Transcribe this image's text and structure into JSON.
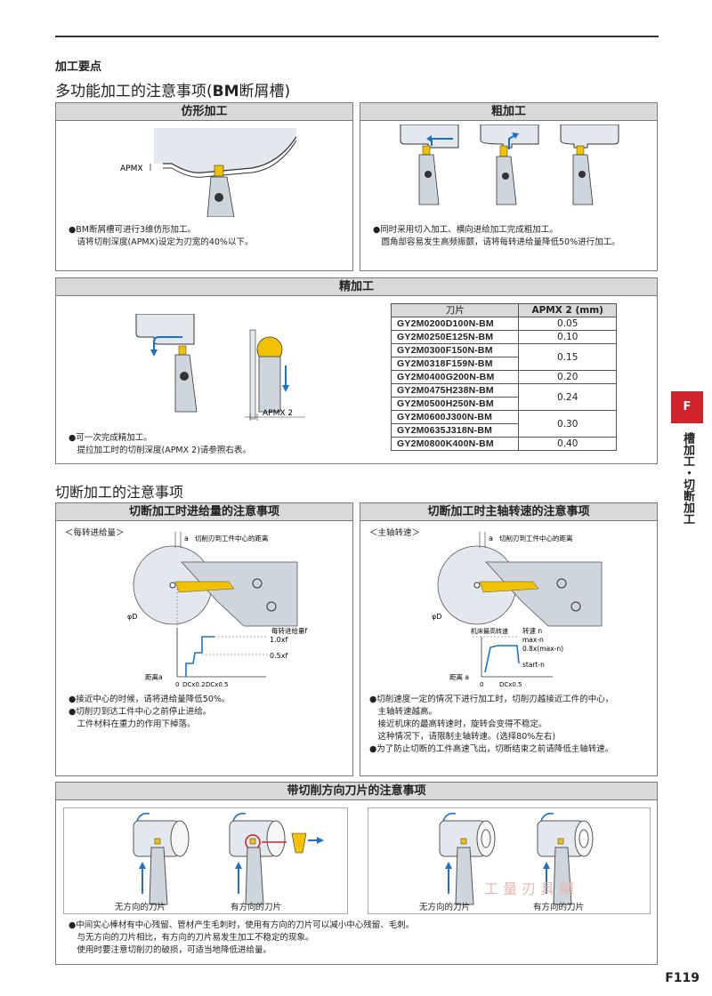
{
  "header": {
    "section_small": "加工要点",
    "section_big_prefix": "多功能加工的注意事项(",
    "section_big_bold": "BM",
    "section_big_suffix": "断屑槽)"
  },
  "panels": {
    "contour": {
      "title": "仿形加工",
      "label": "APMX",
      "notes": [
        "●BM断屑槽可进行3维仿形加工。",
        "　请将切削深度(APMX)设定为刃宽的40%以下。"
      ]
    },
    "rough": {
      "title": "粗加工",
      "notes": [
        "●同时采用切入加工、横向进给加工完成粗加工。",
        "　圆角部容易发生高频振颤，请将每转进给量降低50%进行加工。"
      ]
    },
    "finish": {
      "title": "精加工",
      "label": "APMX 2",
      "notes": [
        "●可一次完成精加工。",
        "　提拉加工时的切削深度(APMX 2)请参照右表。"
      ],
      "table": {
        "headers": [
          "刀片",
          "APMX 2 (mm)"
        ],
        "groups": [
          {
            "tools": [
              "GY2M0200D100N-BM"
            ],
            "value": "0.05"
          },
          {
            "tools": [
              "GY2M0250E125N-BM"
            ],
            "value": "0.10"
          },
          {
            "tools": [
              "GY2M0300F150N-BM",
              "GY2M0318F159N-BM"
            ],
            "value": "0.15"
          },
          {
            "tools": [
              "GY2M0400G200N-BM"
            ],
            "value": "0.20"
          },
          {
            "tools": [
              "GY2M0475H238N-BM",
              "GY2M0500H250N-BM"
            ],
            "value": "0.24"
          },
          {
            "tools": [
              "GY2M0600J300N-BM",
              "GY2M0635J318N-BM"
            ],
            "value": "0.30"
          },
          {
            "tools": [
              "GY2M0800K400N-BM"
            ],
            "value": "0.40"
          }
        ]
      }
    },
    "section2_title": "切断加工的注意事项",
    "feed": {
      "title": "切断加工时进给量的注意事项",
      "subtitle": "＜每转进给量＞",
      "label_a": "a",
      "label_center": "切削刃到工件中心的距离",
      "label_phiD": "φD",
      "label_feed": "每转进给量f",
      "label_1xf": "1.0xf",
      "label_05xf": "0.5xf",
      "label_dist": "距离a",
      "label_x0": "0",
      "label_x1": "DCx0.2",
      "label_x2": "DCx0.5",
      "notes": [
        "●接近中心的时候，请将进给量降低50%。",
        "●切削刃到达工件中心之前停止进给。",
        "　工件材料在重力的作用下掉落。"
      ]
    },
    "speed": {
      "title": "切断加工时主轴转速的注意事项",
      "subtitle": "＜主轴转速＞",
      "label_a": "a",
      "label_center": "切削刃到工件中心的距离",
      "label_phiD": "φD",
      "label_maxspeed": "机床最高转速",
      "label_n": "转速 n",
      "label_maxn": "max-n",
      "label_08": "0.8x(max-n)",
      "label_startn": "start-n",
      "label_dist": "距离 a",
      "label_x0": "0",
      "label_x1": "DCx0.5",
      "notes": [
        "●切削速度一定的情况下进行加工时，切削刃越接近工件的中心，",
        "　主轴转速越高。",
        "　接近机床的最高转速时，旋转会变得不稳定。",
        "　这种情况下，请限制主轴转速。(选择80%左右)",
        "●为了防止切断的工件高速飞出，切断结束之前请降低主轴转速。"
      ]
    },
    "direction": {
      "title": "带切削方向刀片的注意事项",
      "caption_no": "无方向的刀片",
      "caption_yes": "有方向的刀片",
      "notes": [
        "●中间实心棒材有中心残留、管材产生毛刺时，使用有方向的刀片可以减小中心残留、毛刺。",
        "　与无方向的刀片相比，有方向的刀片易发生加工不稳定的现象。",
        "　使用时要注意切削刃的破损，可适当地降低进给量。"
      ]
    }
  },
  "side": {
    "letter": "F",
    "label": "槽加工・切断加工"
  },
  "page_number": "F119",
  "watermark": "工 量 刃 具 網"
}
